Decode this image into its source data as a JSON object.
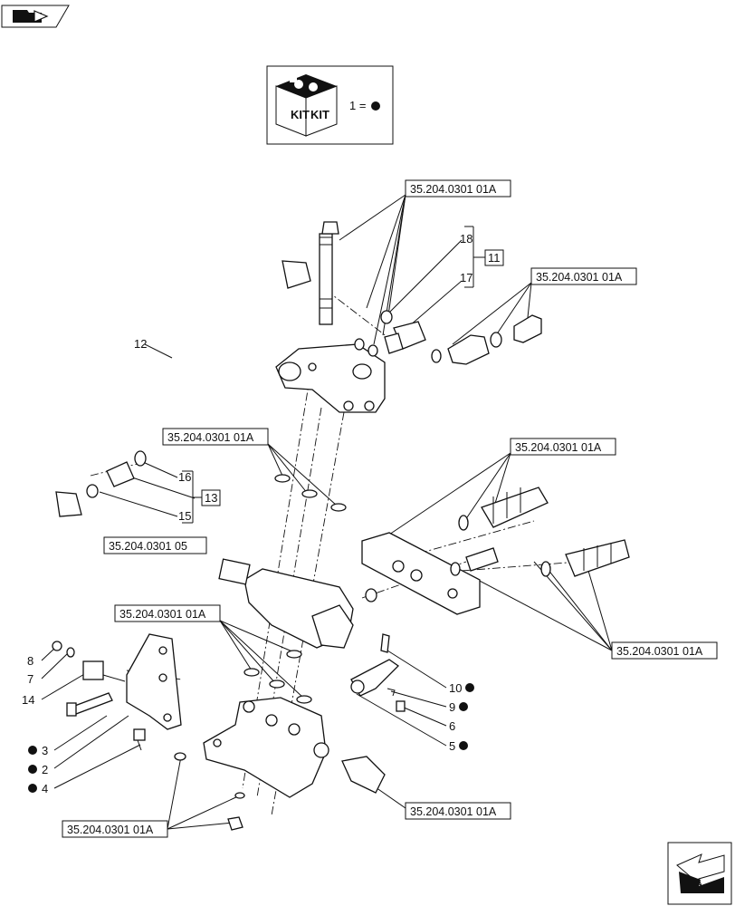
{
  "kit_legend": {
    "icon_text_left": "KIT",
    "icon_text_right": "KIT",
    "equation": "1 ="
  },
  "reference_labels": {
    "top": "35.204.0301 01A",
    "right_upper": "35.204.0301 01A",
    "mid_left": "35.204.0301 01A",
    "right_mid": "35.204.0301 01A",
    "valve_body": "35.204.0301 05",
    "lower_left": "35.204.0301 01A",
    "right_lower": "35.204.0301 01A",
    "fitting_bottom": "35.204.0301 01A",
    "bottom_left": "35.204.0301 01A"
  },
  "part_numbers": {
    "p18": "18",
    "p11": "11",
    "p17": "17",
    "p12": "12",
    "p16": "16",
    "p13": "13",
    "p15": "15",
    "p8": "8",
    "p7": "7",
    "p14": "14",
    "p10": "10",
    "p9": "9",
    "p6": "6",
    "p5": "5",
    "p3": "3",
    "p2": "2",
    "p4": "4"
  },
  "icons": {
    "top_left": "arrow-folder-icon",
    "bottom_right": "next-page-arrow-icon"
  }
}
